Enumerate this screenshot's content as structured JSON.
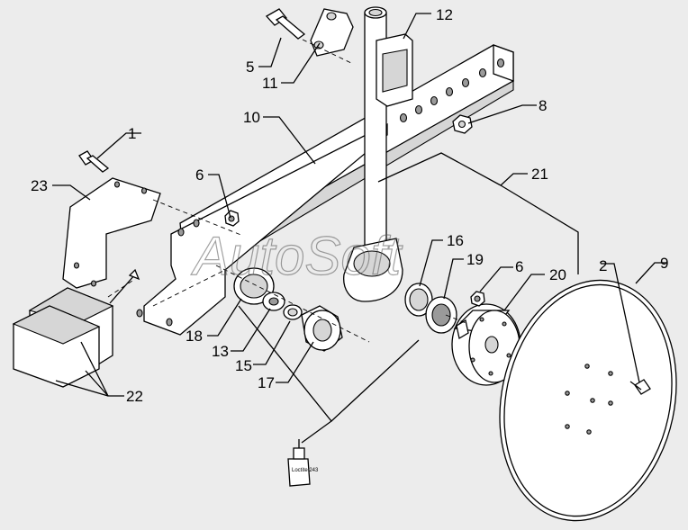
{
  "watermark": "AutoSoft",
  "callouts": [
    {
      "id": "c1",
      "text": "1"
    },
    {
      "id": "c2",
      "text": "2"
    },
    {
      "id": "c5",
      "text": "5"
    },
    {
      "id": "c6a",
      "text": "6"
    },
    {
      "id": "c6b",
      "text": "6"
    },
    {
      "id": "c8",
      "text": "8"
    },
    {
      "id": "c9",
      "text": "9"
    },
    {
      "id": "c10",
      "text": "10"
    },
    {
      "id": "c11",
      "text": "11"
    },
    {
      "id": "c12",
      "text": "12"
    },
    {
      "id": "c13",
      "text": "13"
    },
    {
      "id": "c15",
      "text": "15"
    },
    {
      "id": "c16",
      "text": "16"
    },
    {
      "id": "c17",
      "text": "17"
    },
    {
      "id": "c18",
      "text": "18"
    },
    {
      "id": "c19",
      "text": "19"
    },
    {
      "id": "c20",
      "text": "20"
    },
    {
      "id": "c21",
      "text": "21"
    },
    {
      "id": "c22",
      "text": "22"
    },
    {
      "id": "c23",
      "text": "23"
    }
  ],
  "tube_label": "Loctite 243"
}
